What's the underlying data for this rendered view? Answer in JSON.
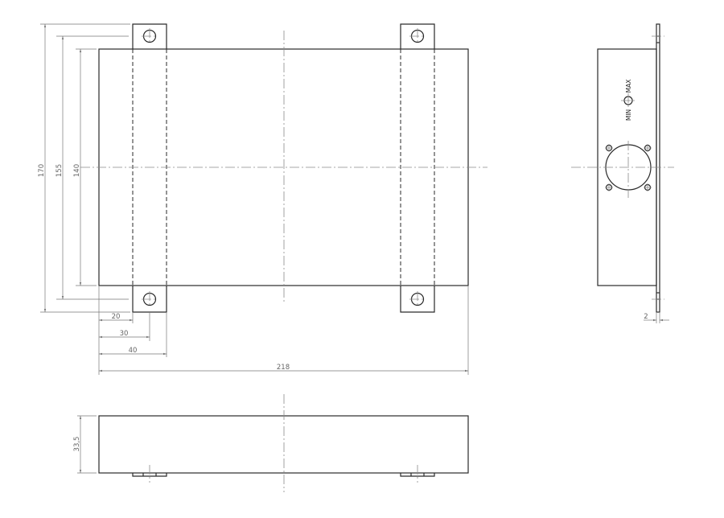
{
  "drawing": {
    "views": {
      "top": {
        "label": "top-view"
      },
      "side": {
        "label": "side-view"
      },
      "front": {
        "label": "front-view"
      }
    },
    "dimensions": {
      "overall_height": "170",
      "hole_spacing": "155",
      "body_height": "140",
      "bracket_inner_edge": "20",
      "hole_center": "30",
      "bracket_outer_edge": "40",
      "overall_width": "218",
      "flange_thickness": "2",
      "depth": "33,5"
    },
    "annotations": {
      "min": "MIN",
      "max": "MAX"
    },
    "colors": {
      "line": "#2a2a2a",
      "dimension": "#777777",
      "centerline": "#8a8a8a",
      "background": "#ffffff"
    }
  }
}
